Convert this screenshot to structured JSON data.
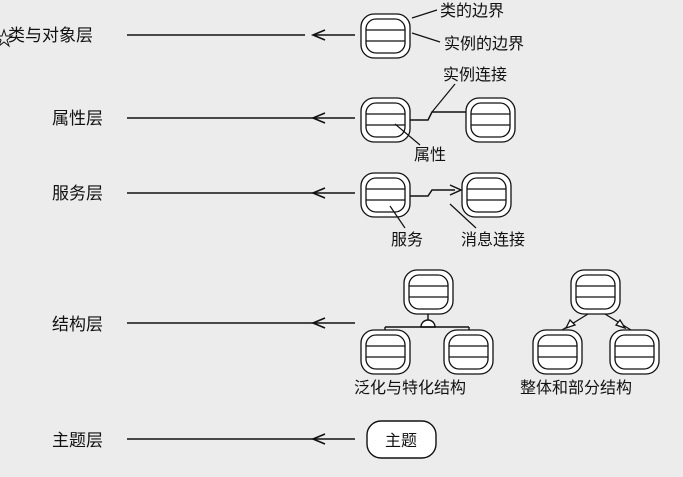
{
  "layers": {
    "class_object": "类与对象层",
    "attribute": "属性层",
    "service": "服务层",
    "structure": "结构层",
    "subject": "主题层"
  },
  "annotations": {
    "class_boundary": "类的边界",
    "instance_boundary": "实例的边界",
    "instance_connection": "实例连接",
    "attribute": "属性",
    "service": "服务",
    "message_connection": "消息连接",
    "gen_spec": "泛化与特化结构",
    "whole_part": "整体和部分结构",
    "subject_box": "主题"
  },
  "colors": {
    "background": "#ececec",
    "ink": "#111111",
    "box_fill": "#ffffff"
  }
}
